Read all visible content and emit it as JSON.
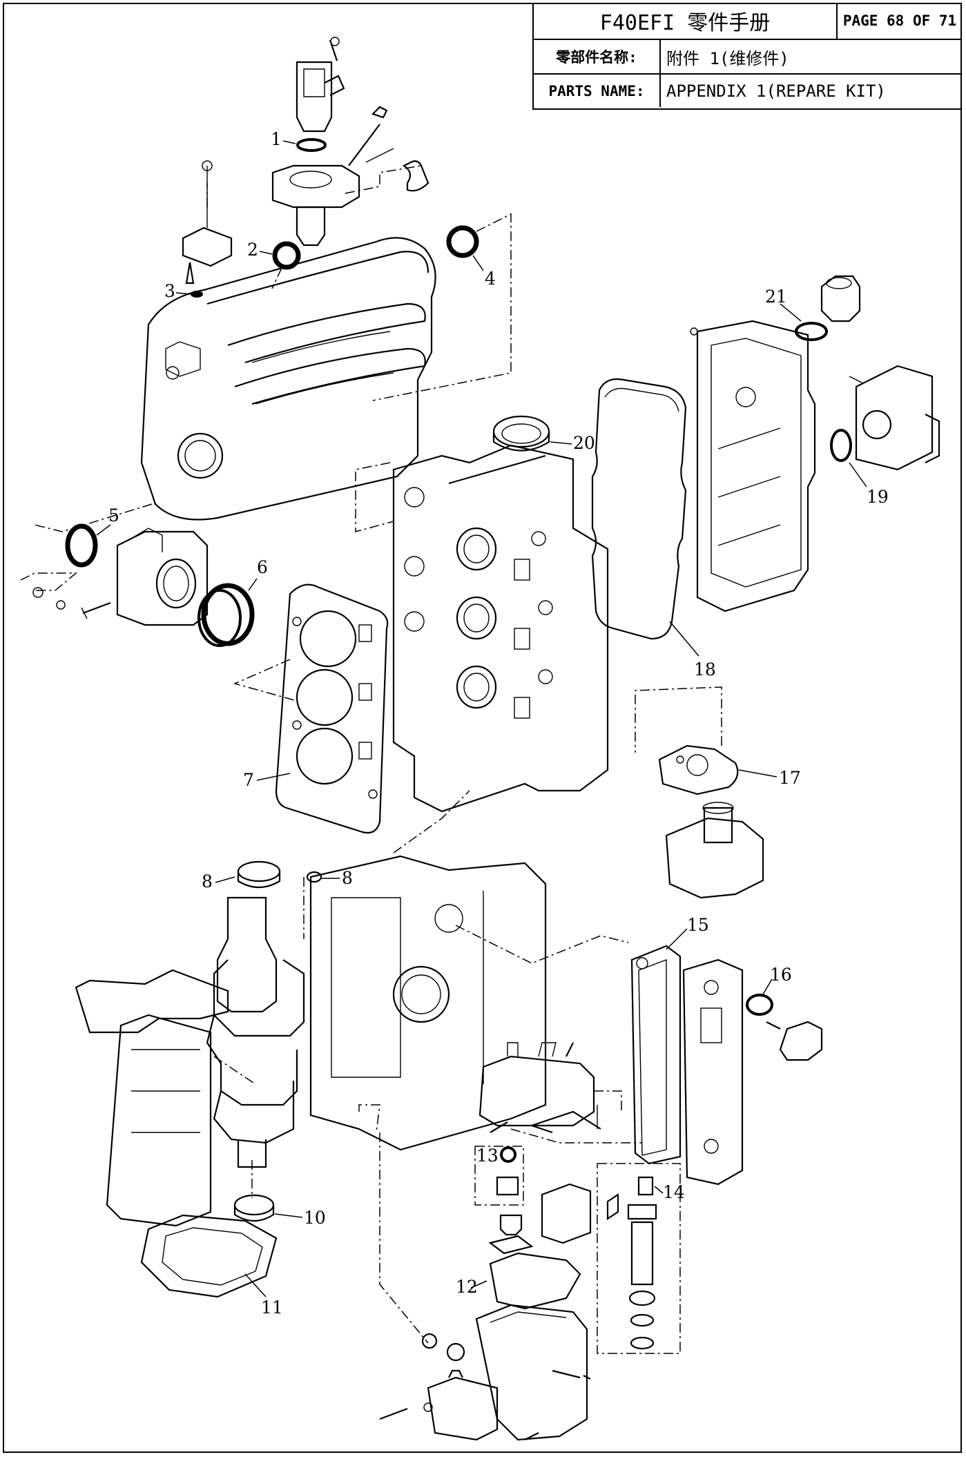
{
  "header": {
    "manual_title": "F40EFI 零件手册",
    "page": "PAGE 68 OF 71",
    "name_label_cn": "零部件名称:",
    "name_value_cn": "附件 1(维修件)",
    "name_label_en": "PARTS NAME:",
    "name_value_en": "APPENDIX 1(REPARE KIT)"
  },
  "callouts": [
    "1",
    "2",
    "3",
    "4",
    "5",
    "6",
    "7",
    "8",
    "8",
    "10",
    "11",
    "12",
    "13",
    "14",
    "15",
    "16",
    "17",
    "18",
    "19",
    "20",
    "21"
  ]
}
